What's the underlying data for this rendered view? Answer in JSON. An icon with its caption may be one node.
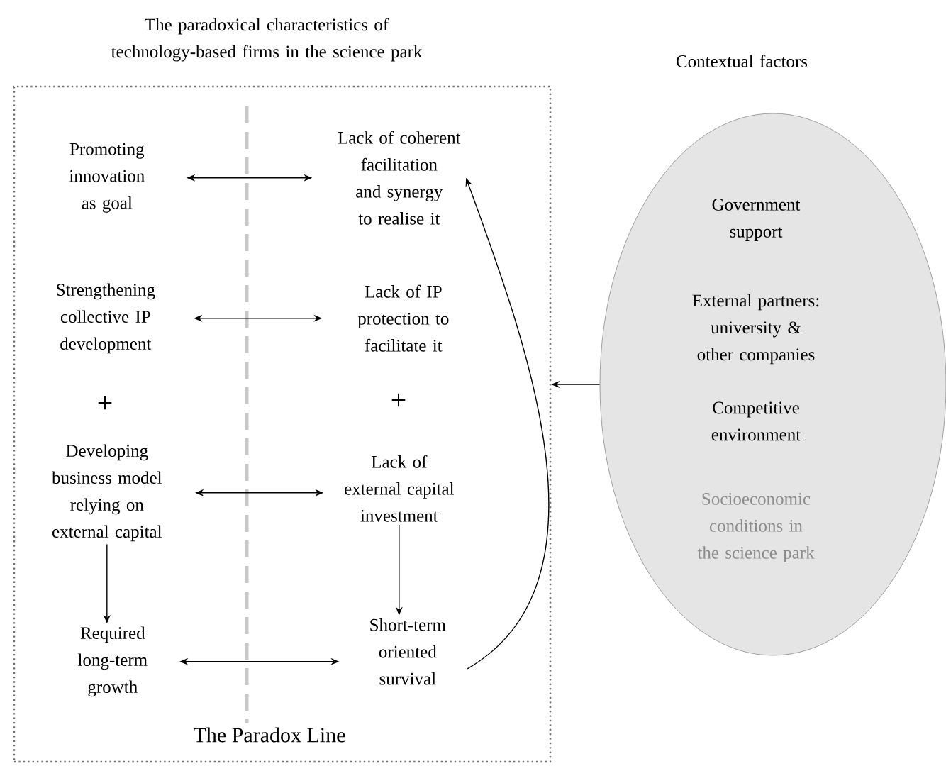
{
  "diagram": {
    "nodes": [
      {
        "text": [
          "The paradoxical characteristics of technology-based firms in the science park"
        ]
      },
      {
        "text": [
          "Promoting innovation as goal"
        ],
        "in": 0
      },
      {
        "text": [
          "Lack of coherent facilitation and synergy to realise it"
        ],
        "in": 0
      },
      {
        "text": [
          "Strengthening collective IP development"
        ],
        "in": 0
      },
      {
        "text": [
          "Lack of IP protection to facilitate it"
        ],
        "in": 0
      },
      {
        "text": [
          "Developing business model relying on external capital"
        ],
        "in": 0
      },
      {
        "text": [
          "Lack of external capital investment"
        ],
        "in": 0
      },
      {
        "text": [
          "Required long-term growth"
        ],
        "in": 0
      },
      {
        "text": [
          "Short-term oriented survival"
        ],
        "in": 0
      },
      {
        "text": [
          "Contextual factors",
          "Government support",
          "External partners: university & other companies",
          "Competitive environment",
          "Socioeconomic conditions in the science park"
        ]
      }
    ],
    "edges": [
      {
        "from": 1,
        "to": 2,
        "arrow": "both"
      },
      {
        "from": 3,
        "to": 4,
        "arrow": "both"
      },
      {
        "from": 5,
        "to": 6,
        "arrow": "both"
      },
      {
        "from": 5,
        "to": 7,
        "arrow": "to"
      },
      {
        "from": 6,
        "to": 8,
        "arrow": "to"
      },
      {
        "from": 7,
        "to": 8,
        "arrow": "both"
      },
      {
        "from": 8,
        "to": 2,
        "arrow": "to"
      },
      {
        "from": 9,
        "to": 0,
        "arrow": "to"
      }
    ],
    "labels": [
      "+",
      "+",
      "The Paradox Line"
    ]
  }
}
